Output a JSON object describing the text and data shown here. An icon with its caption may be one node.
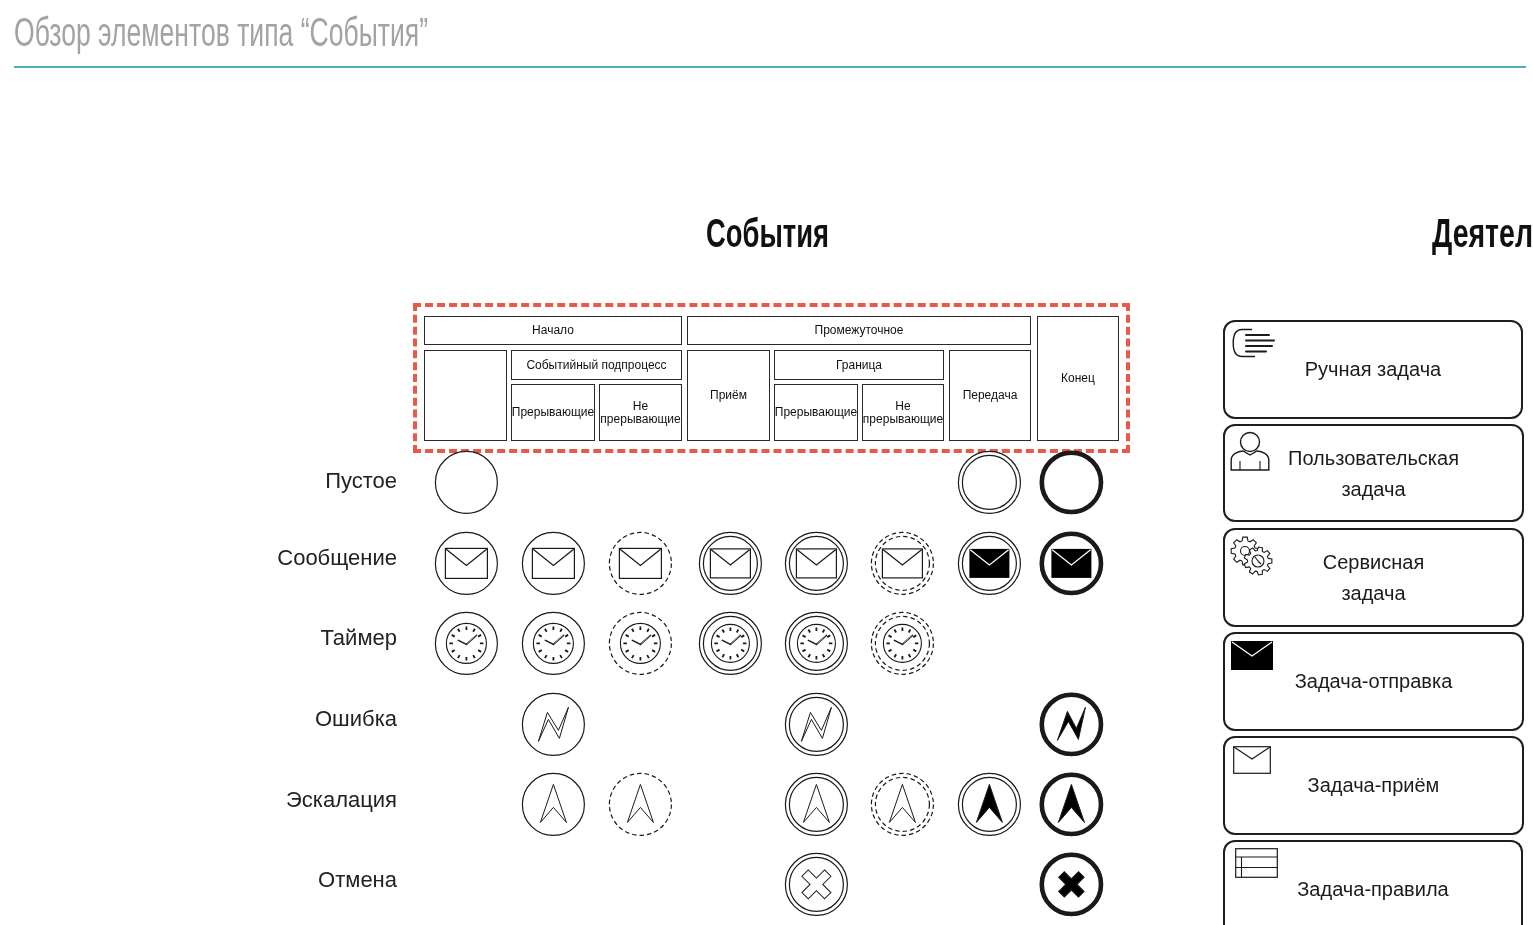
{
  "diagram": {
    "title": "Обзор элементов типа “События”",
    "nodes": [
      {
        "text": [],
        "shape": "box"
      },
      {
        "text": [
          "Начало"
        ],
        "in": 0
      },
      {
        "text": [
          "Промежуточное"
        ],
        "in": 0
      },
      {
        "text": [
          "Конец"
        ],
        "in": 0
      },
      {
        "text": [],
        "shape": "box",
        "in": 0
      },
      {
        "text": [
          "Событийный подпроцесс"
        ],
        "in": 0
      },
      {
        "text": [
          "Приём"
        ],
        "in": 0
      },
      {
        "text": [
          "Граница"
        ],
        "in": 0
      },
      {
        "text": [
          "Передача"
        ],
        "in": 0
      },
      {
        "text": [
          "Прерывающие"
        ],
        "in": 0
      },
      {
        "text": [
          "Не прерывающие"
        ],
        "in": 0
      },
      {
        "text": [
          "Прерывающие"
        ],
        "in": 0
      },
      {
        "text": [
          "Не прерывающие"
        ],
        "in": 0
      },
      {
        "text": [
          "Ручная задача"
        ]
      },
      {
        "text": [
          "Пользовательская задача"
        ]
      },
      {
        "text": [
          "Сервисная задача"
        ]
      },
      {
        "text": [
          "Задача-отправка"
        ]
      },
      {
        "text": [
          "Задача-приём"
        ]
      },
      {
        "text": [
          "Задача-правила"
        ]
      }
    ],
    "labels": [
      "События",
      "Деятел",
      "Пустое",
      "Сообщение",
      "Таймер",
      "Ошибка",
      "Эскалация",
      "Отмена"
    ]
  }
}
